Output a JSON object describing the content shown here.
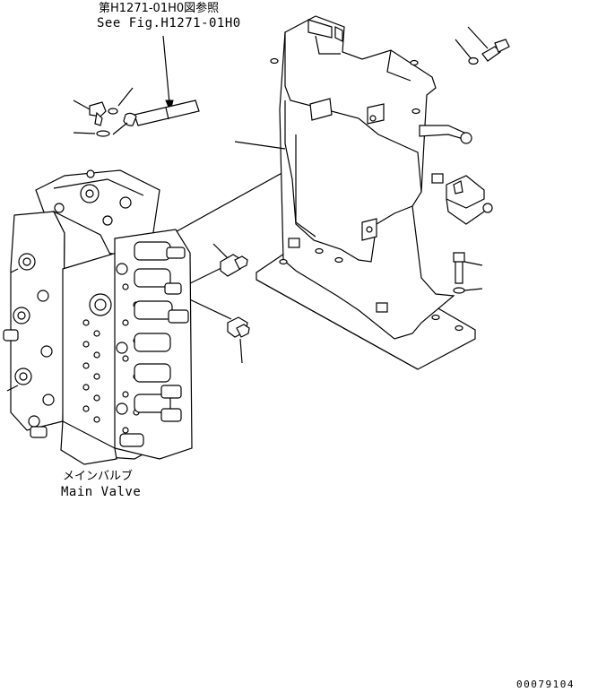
{
  "reference": {
    "japanese": "第H1271-01H0図参照",
    "english": "See Fig.H1271-01H0"
  },
  "main_valve": {
    "japanese": "メインバルブ",
    "english": "Main Valve"
  },
  "drawing_number": "00079104"
}
